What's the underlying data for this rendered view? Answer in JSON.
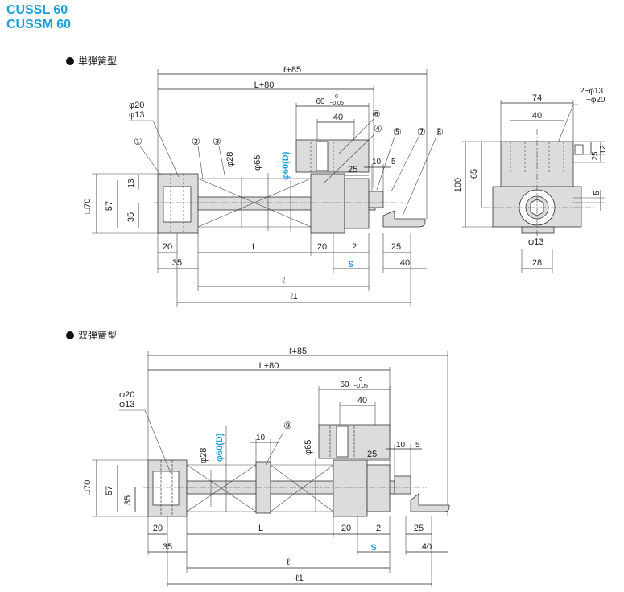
{
  "titles": {
    "line1": "CUSSL  60",
    "line2": "CUSSM 60"
  },
  "sections": {
    "single": "単弾簧型",
    "double": "双弾簧型"
  },
  "dims": {
    "l85": "ℓ+85",
    "L80": "L+80",
    "d60": "60",
    "tol_up": "0",
    "tol_dn": "−0.05",
    "d40": "40",
    "d20": "20",
    "d13": "13",
    "phi20": "φ20",
    "phi13": "φ13",
    "phi28": "φ28",
    "phi65": "φ65",
    "phi60D": "φ60(D)",
    "d25": "25",
    "d10": "10",
    "d5": "5",
    "sq70": "□70",
    "d57": "57",
    "d35": "35",
    "L": "L",
    "d2": "2",
    "S": "S",
    "l": "ℓ",
    "l1": "ℓ1",
    "d74": "74",
    "holes": "2−φ13",
    "holes2": "−φ20",
    "d12": "12",
    "d100": "100",
    "d65": "65",
    "d28": "28"
  },
  "callouts": [
    "①",
    "②",
    "③",
    "④",
    "⑤",
    "⑥",
    "⑦",
    "⑧",
    "⑨"
  ]
}
